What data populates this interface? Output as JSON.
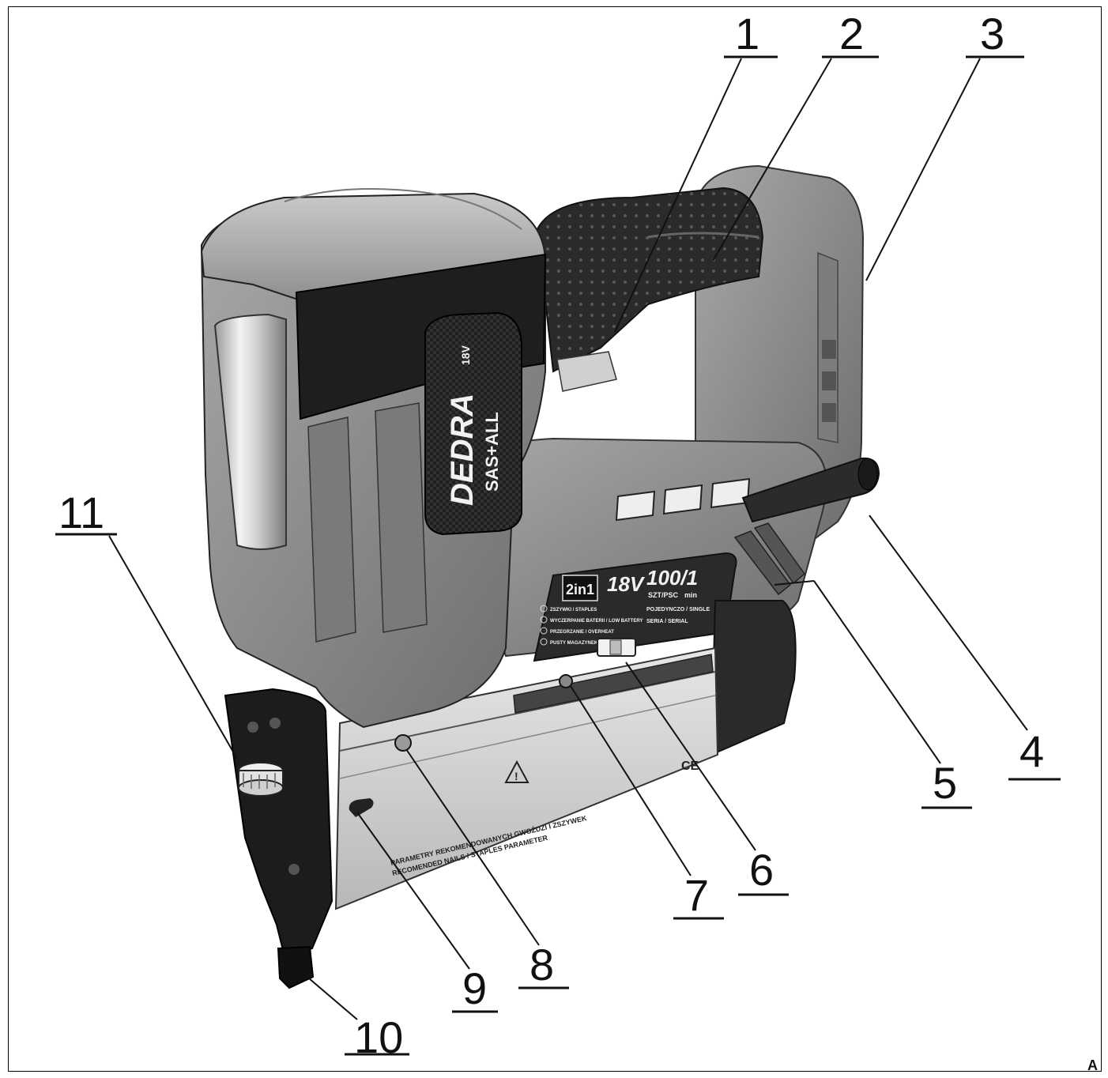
{
  "figure": {
    "letter": "A",
    "product_labels": {
      "brand": "DEDRA",
      "series": "SAS+ALL",
      "voltage_badge": "18V",
      "mode_badge": "2in1",
      "rating_voltage": "18V",
      "rating_count": "100/1",
      "rating_unit": "SZT/PSC",
      "rating_min": "min",
      "mode_single": "POJEDYNCZO / SINGLE",
      "mode_serial": "SERIA / SERIAL",
      "legend_1": "ZSZYWKI / STAPLES",
      "legend_2": "WYCZERPANIE BATERII / LOW BATTERY",
      "legend_3": "PRZEGRZANIE / OVERHEAT",
      "legend_4": "PUSTY MAGAZYNEK / EMPTY",
      "magazine_title_pl": "PARAMETRY REKOMENDOWANYCH GWOŹDZI I ZSZYWEK",
      "magazine_title_en": "RECOMENDED NAILS / STAPLES PARAMETER",
      "ce_mark": "CE"
    },
    "callouts": [
      {
        "id": "1",
        "label": "1"
      },
      {
        "id": "2",
        "label": "2"
      },
      {
        "id": "3",
        "label": "3"
      },
      {
        "id": "4",
        "label": "4"
      },
      {
        "id": "5",
        "label": "5"
      },
      {
        "id": "6",
        "label": "6"
      },
      {
        "id": "7",
        "label": "7"
      },
      {
        "id": "8",
        "label": "8"
      },
      {
        "id": "9",
        "label": "9"
      },
      {
        "id": "10",
        "label": "10"
      },
      {
        "id": "11",
        "label": "11"
      }
    ]
  }
}
